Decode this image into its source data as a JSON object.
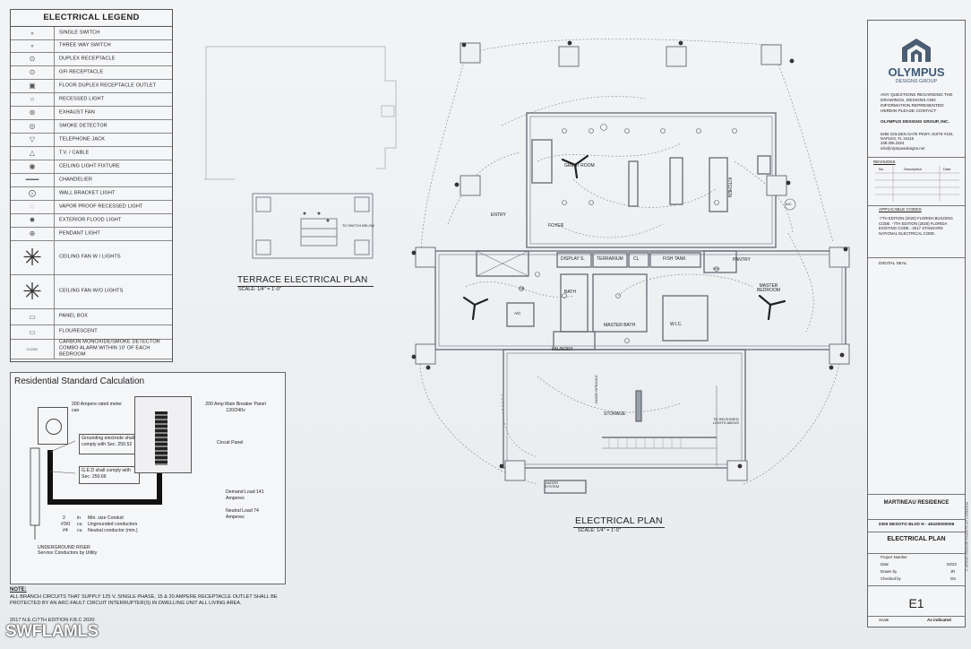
{
  "legend": {
    "title": "ELECTRICAL LEGEND",
    "items": [
      {
        "label": "SINGLE SWITCH",
        "icon": "switch-icon"
      },
      {
        "label": "THREE WAY SWITCH",
        "icon": "three-way-switch-icon"
      },
      {
        "label": "DUPLEX RECEPTACLE",
        "icon": "duplex-receptacle-icon"
      },
      {
        "label": "GFI RECEPTACLE",
        "icon": "gfi-receptacle-icon"
      },
      {
        "label": "FLOOR DUPLEX RECEPTACLE OUTLET",
        "icon": "floor-receptacle-icon"
      },
      {
        "label": "RECESSED LIGHT",
        "icon": "recessed-light-icon"
      },
      {
        "label": "EXHAUST FAN",
        "icon": "exhaust-fan-icon"
      },
      {
        "label": "SMOKE DETECTOR",
        "icon": "smoke-detector-icon"
      },
      {
        "label": "TELEPHONE JACK",
        "icon": "telephone-jack-icon"
      },
      {
        "label": "T.V. / CABLE",
        "icon": "tv-cable-icon"
      },
      {
        "label": "CEILING LIGHT FIXTURE",
        "icon": "ceiling-light-icon"
      },
      {
        "label": "CHANDELIER",
        "icon": "chandelier-icon"
      },
      {
        "label": "WALL BRACKET LIGHT",
        "icon": "wall-bracket-light-icon"
      },
      {
        "label": "VAPOR PROOF RECESSED LIGHT",
        "icon": "vapor-proof-light-icon"
      },
      {
        "label": "EXTERIOR FLOOD LIGHT",
        "icon": "flood-light-icon"
      },
      {
        "label": "PENDANT LIGHT",
        "icon": "pendant-light-icon"
      },
      {
        "label": "CEILING FAN W / LIGHTS",
        "icon": "ceiling-fan-light-icon"
      },
      {
        "label": "CEILING FAN W/O LIGHTS",
        "icon": "ceiling-fan-icon"
      },
      {
        "label": "PANEL BOX",
        "icon": "panel-box-icon"
      },
      {
        "label": "FLOURESCENT",
        "icon": "fluorescent-icon"
      },
      {
        "label": "CARBON MONOXIDE/SMOKE DETECTOR COMBO ALARM WITHIN 10' OF EACH BEDROOM",
        "icon": "co-smoke-combo-icon",
        "symbol": "CO/SD"
      }
    ]
  },
  "calc": {
    "title": "Residential Standard Calculation",
    "meter": "200 Ampere rated meter can",
    "grounding": "Grounding electrode shall comply with Sec. 250.52",
    "ged": "G.E.D shall comply with Sec. 250.66",
    "conductors": [
      {
        "qty": "2",
        "size": "in",
        "desc": "Min. size Conduit"
      },
      {
        "qty": "#3/0",
        "size": "cu",
        "desc": "Ungrounded conductors"
      },
      {
        "qty": "#4",
        "size": "cu",
        "desc": "Neutral conductor (min.)"
      }
    ],
    "riser1": "UNDERGROUND RISER",
    "riser2": "Service Conductors by Utility",
    "main_breaker": "200 Amp Main Breaker Panel 120/240v",
    "circuit_panel": "Circuit Panel",
    "demand": "Demand Load 141 Amperes",
    "neutral": "Neutral Load 74 Amperes"
  },
  "note": {
    "title": "NOTE:",
    "text": "ALL BRANCH CIRCUITS THAT SUPPLY 125 V, SINGLE PHASE, 15 & 20 AMPERE RECEPTACLE OUTLET SHALL BE PROTECTED BY AN ARC-FAULT CIRCUIT INTERRUPTER(S) IN DWELLING UNIT ALL LIVING AREA.",
    "code": "2017 N.E.C/7TH EDITION F.B.C 2020"
  },
  "terrace": {
    "title": "TERRACE ELECTRICAL PLAN",
    "scale": "SCALE: 1/4\" = 1'-0\"",
    "note": "TO SWITCH BELOW"
  },
  "plan": {
    "title": "ELECTRICAL PLAN",
    "scale": "SCALE: 1/4\" = 1'-0\"",
    "rooms": {
      "great_room": "GREAT ROOM",
      "kitchen": "KITCHEN",
      "entry": "ENTRY",
      "foyer": "FOYER",
      "display": "DISPLAY S.",
      "terrarium": "TERRARIUM",
      "cl": "CL",
      "fish_tank": "FISH TANK",
      "pantry": "PANTRY",
      "master_bedroom": "MASTER BEDROOM",
      "bath": "BATH",
      "master_bath": "MASTER BATH",
      "wic": "W.I.C.",
      "laundry": "LAUNDRY",
      "storage": "STORAGE",
      "water_system": "WATER SYSTEM",
      "door_opening": "DOOR OPENING",
      "recessed_note": "TO RECESSED LIGHTS ABOVE",
      "ac": "A/C",
      "dw": "DW",
      "sd": "SD"
    }
  },
  "title_block": {
    "company": "OLYMPUS",
    "company_sub": "DESIGNS GROUP",
    "questions": "ANY QUESTIONS REGARDING THE DRAWINGS, DESIGNS AND INFORMATION REPRESENTED HEREIN PLEASE CONTACT",
    "contact_name": "OLYMPUS DESIGNS GROUP, INC.",
    "address": "5256 GOLDEN GATE PKWY, SUITE #104, NAPLES, FL 34116",
    "phone": "239.306.2324",
    "email": "info@olympusdesigns.net",
    "revisions": "REVISIONS",
    "rev_cols": [
      "No.",
      "Description",
      "Date"
    ],
    "codes_title": "APPLICABLE CODES",
    "codes": "-7TH EDITION (2020) FLORIDA BUILDING CODE. -7TH EDITION (2020) FLORIDA EXISTING CODE. -2017 STANDARD NATIONAL ELECTRICAL CODE.",
    "digital_seal": "DIGITAL SEAL",
    "project": "MARTINEAU RESIDENCE",
    "project_address": "2305 DESOTO BLVD N - 40420000006",
    "sheet_title": "ELECTRICAL PLAN",
    "info": [
      {
        "label": "Project Number",
        "value": ""
      },
      {
        "label": "Date",
        "value": "02/23"
      },
      {
        "label": "Drawn by",
        "value": "JR"
      },
      {
        "label": "Checked by",
        "value": "DS"
      }
    ],
    "sheet_no": "E1",
    "scale_label": "Scale",
    "scale_value": "As indicated",
    "property": "PROPERTY OF OLYMPUS DESIGNS GROUP, ©"
  },
  "watermark": "SWFLAMLS"
}
